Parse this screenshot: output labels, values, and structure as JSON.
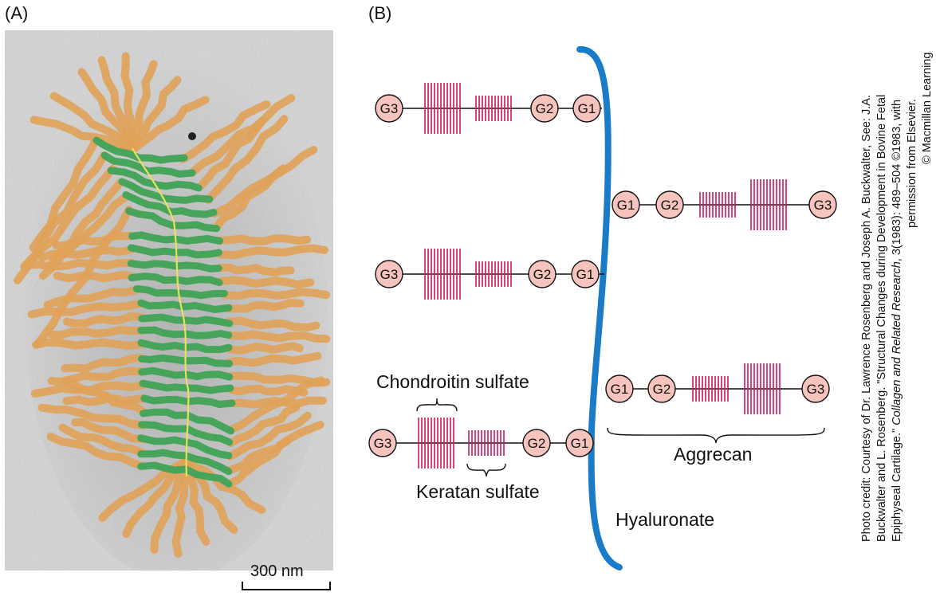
{
  "panels": {
    "a_label": "(A)",
    "b_label": "(B)"
  },
  "micrograph": {
    "scale_bar": "300 nm",
    "colors": {
      "background": "#c8c8c8",
      "branches": "#e0a158",
      "core": "#46a55a",
      "axis": "#e8e060"
    }
  },
  "diagram": {
    "hyaluronate_label": "Hyaluronate",
    "aggrecan_label": "Aggrecan",
    "chondroitin_label": "Chondroitin sulfate",
    "keratan_label": "Keratan sulfate",
    "domains": {
      "g1": "G1",
      "g2": "G2",
      "g3": "G3"
    },
    "colors": {
      "hyaluronate": "#1a7cc9",
      "domain_fill": "#f6c3bd",
      "chains": "#d4145a"
    }
  },
  "credit": {
    "line1": "Photo credit: Courtesy of Dr. Lawrence Rosenberg and Joseph A. Buckwalter, See: J.A.",
    "line2": "Buckwalter and L. Rosenberg. \"Structural Changes during Development in Bovine Fetal",
    "line3a": "Epiphyseal Cartilage.\" ",
    "line3b": "Collagen and Related Research",
    "line3c": ", 3(1983): 489–504 ©1983, with",
    "line4": "permission from Elsevier.",
    "line5": "© Macmillan Learning"
  }
}
